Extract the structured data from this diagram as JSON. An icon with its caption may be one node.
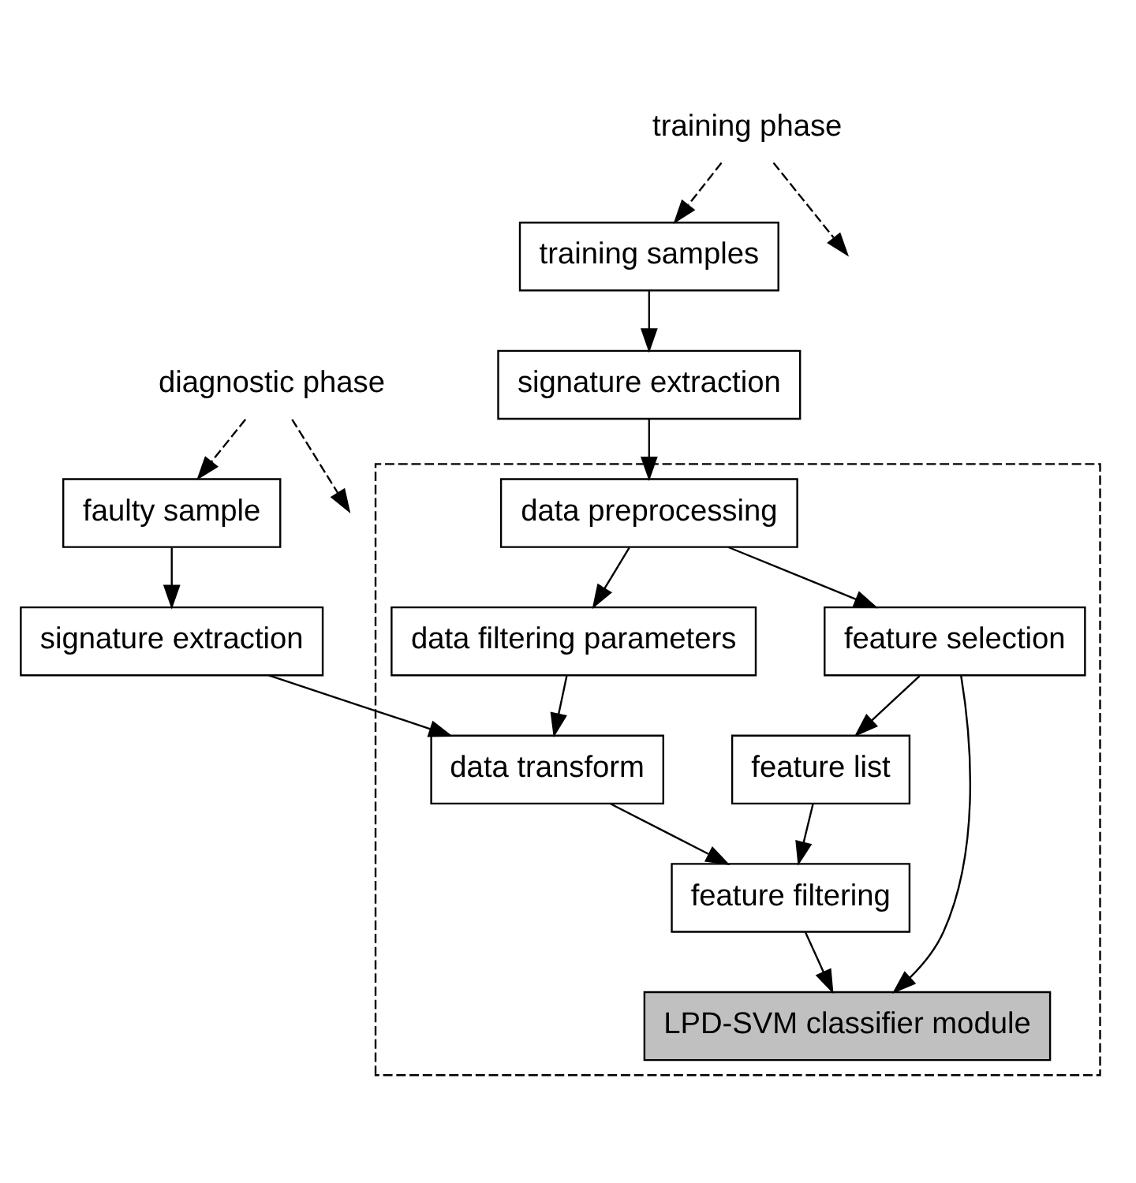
{
  "diagram": {
    "nodes": [
      {
        "text": [
          "training samples"
        ]
      },
      {
        "text": [
          "signature extraction"
        ]
      },
      {
        "text": [],
        "shape": "box"
      },
      {
        "text": [
          "data filtering parameters"
        ],
        "in": 2
      },
      {
        "text": [
          "data preprocessing"
        ],
        "in": 2
      },
      {
        "text": [
          "feature list"
        ],
        "in": 2
      },
      {
        "text": [
          "feature selection"
        ],
        "in": 2
      },
      {
        "text": [
          "LPD-SVM classifier module"
        ],
        "in": 2
      },
      {
        "text": [
          "feature filtering"
        ],
        "in": 2
      },
      {
        "text": [
          "data transform"
        ],
        "in": 2
      },
      {
        "text": [
          "training phase"
        ]
      },
      {
        "text": [
          "diagnostic phase"
        ]
      },
      {
        "text": [
          "faulty sample"
        ]
      },
      {
        "text": [
          "signature extraction"
        ]
      }
    ],
    "edges": [
      {
        "from": 0,
        "to": 1,
        "arrow": "to"
      },
      {
        "from": 1,
        "to": 4,
        "arrow": "to"
      },
      {
        "from": 4,
        "to": 3,
        "arrow": "to"
      },
      {
        "from": 4,
        "to": 6,
        "arrow": "to"
      },
      {
        "from": 6,
        "to": 5,
        "arrow": "to"
      },
      {
        "from": 6,
        "to": 7,
        "arrow": "to"
      },
      {
        "from": 5,
        "to": 8,
        "arrow": "to"
      },
      {
        "from": 3,
        "to": 9,
        "arrow": "to"
      },
      {
        "from": 9,
        "to": 8,
        "arrow": "to"
      },
      {
        "from": 8,
        "to": 7,
        "arrow": "to"
      },
      {
        "from": 12,
        "to": 13,
        "arrow": "to"
      },
      {
        "from": 13,
        "to": 9,
        "arrow": "to"
      },
      {
        "from": 10,
        "to": 0,
        "arrow": "to",
        "style": "dashed"
      },
      {
        "from": 10,
        "to": null,
        "arrow": "to",
        "style": "dashed"
      },
      {
        "from": 11,
        "to": null,
        "arrow": "to",
        "style": "dashed"
      },
      {
        "from": 11,
        "to": 12,
        "arrow": "to",
        "style": "dashed"
      }
    ]
  }
}
